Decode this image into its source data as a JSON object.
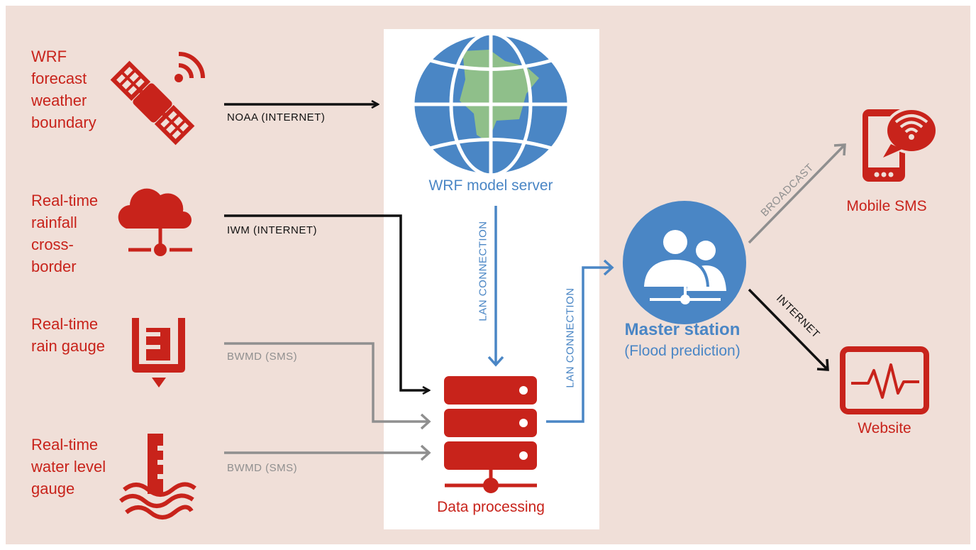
{
  "sources": [
    {
      "id": "wrf",
      "label": "WRF\nforecast\nweather\nboundary",
      "icon": "satellite-icon"
    },
    {
      "id": "rainfall",
      "label": "Real-time\nrainfall\ncross-\nborder",
      "icon": "cloud-network-icon"
    },
    {
      "id": "raingauge",
      "label": "Real-time\nrain gauge",
      "icon": "rain-gauge-icon"
    },
    {
      "id": "waterlevel",
      "label": "Real-time\nwater level\ngauge",
      "icon": "water-level-gauge-icon"
    }
  ],
  "nodes": {
    "wrf_server": {
      "label": "WRF model server",
      "icon": "globe-icon"
    },
    "data_processing": {
      "label": "Data processing",
      "icon": "server-stack-icon"
    },
    "master_station": {
      "title": "Master station",
      "subtitle": "(Flood prediction)",
      "icon": "users-icon"
    },
    "mobile_sms": {
      "label": "Mobile SMS",
      "icon": "mobile-phone-icon"
    },
    "website": {
      "label": "Website",
      "icon": "monitor-pulse-icon"
    }
  },
  "edges": {
    "noaa": "NOAA (INTERNET)",
    "iwm": "IWM (INTERNET)",
    "bwmd_rain": "BWMD (SMS)",
    "bwmd_water": "BWMD (SMS)",
    "lan_server": "LAN CONNECTION",
    "lan_master": "LAN CONNECTION",
    "broadcast": "BROADCAST",
    "internet": "INTERNET"
  },
  "colors": {
    "red": "#c8231b",
    "blue": "#4a86c5",
    "black": "#111111",
    "gray": "#8f8f8f",
    "background": "#f0dfd8",
    "panel": "#ffffff",
    "map_green": "#8fbf8a"
  }
}
